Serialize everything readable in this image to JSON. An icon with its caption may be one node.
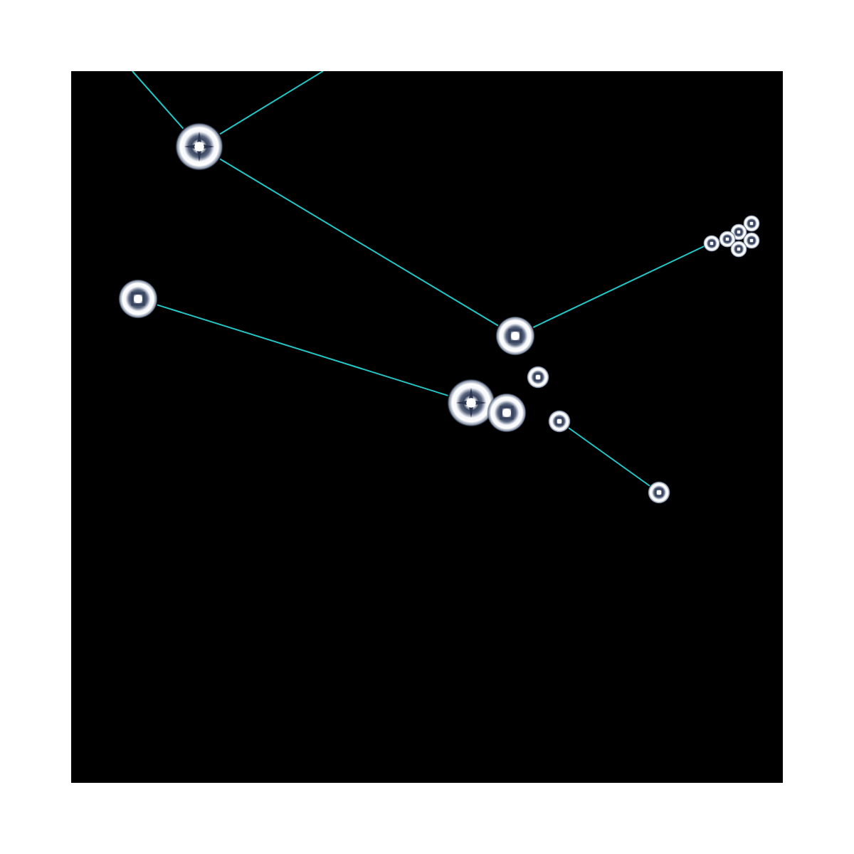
{
  "diagram": {
    "nodes": [
      {
        "text": [],
        "shape": "star"
      },
      {
        "text": [],
        "shape": "circle"
      },
      {
        "text": [],
        "shape": "circle"
      },
      {
        "text": [],
        "shape": "circle"
      },
      {
        "text": [],
        "shape": "circle"
      },
      {
        "text": [],
        "shape": "circle"
      },
      {
        "text": [],
        "shape": "circle"
      },
      {
        "text": [],
        "shape": "circle"
      },
      {
        "text": [],
        "shape": "circle"
      },
      {
        "text": [],
        "shape": "circle"
      },
      {
        "text": [],
        "shape": "star"
      },
      {
        "text": [],
        "shape": "circle"
      },
      {
        "text": [],
        "shape": "circle"
      },
      {
        "text": [],
        "shape": "circle"
      }
    ],
    "edges": [
      {
        "from": null,
        "to": 0,
        "arrow": "none"
      },
      {
        "from": 0,
        "to": null,
        "arrow": "none"
      },
      {
        "from": 0,
        "to": 8,
        "arrow": "none"
      },
      {
        "from": 8,
        "to": 5,
        "arrow": "none"
      },
      {
        "from": 7,
        "to": 10,
        "arrow": "none"
      },
      {
        "from": 12,
        "to": 13,
        "arrow": "none"
      }
    ]
  }
}
